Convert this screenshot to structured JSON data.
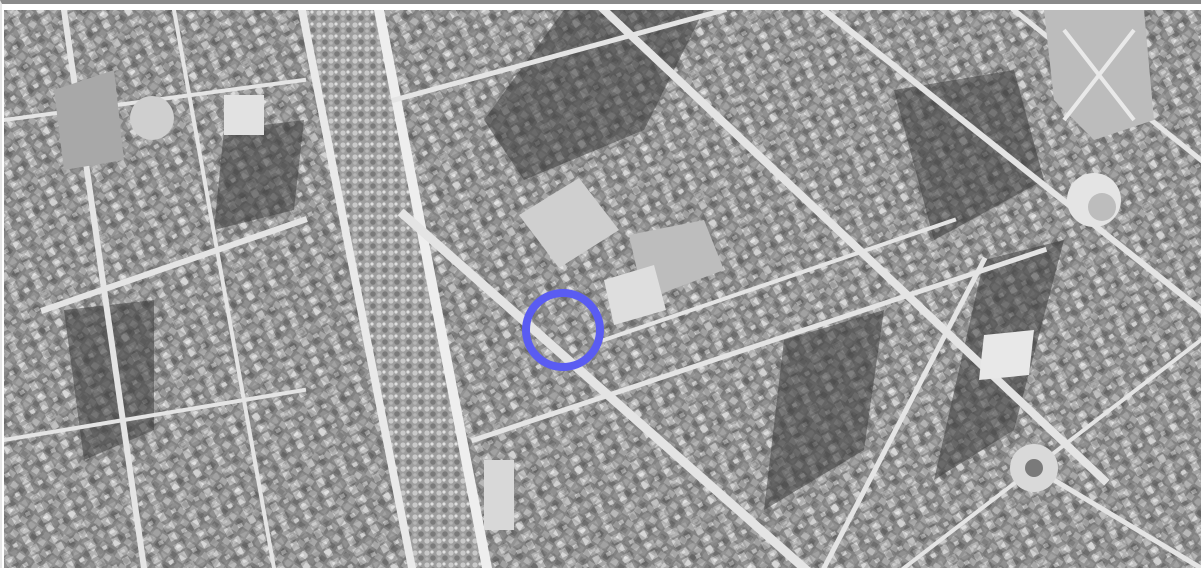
{
  "map": {
    "type": "aerial-photograph",
    "tone": "grayscale",
    "marker": {
      "shape": "circle-ring",
      "color": "#5a5cf2",
      "icon": "location-marker-icon"
    },
    "interaction": {
      "pan": true
    }
  }
}
